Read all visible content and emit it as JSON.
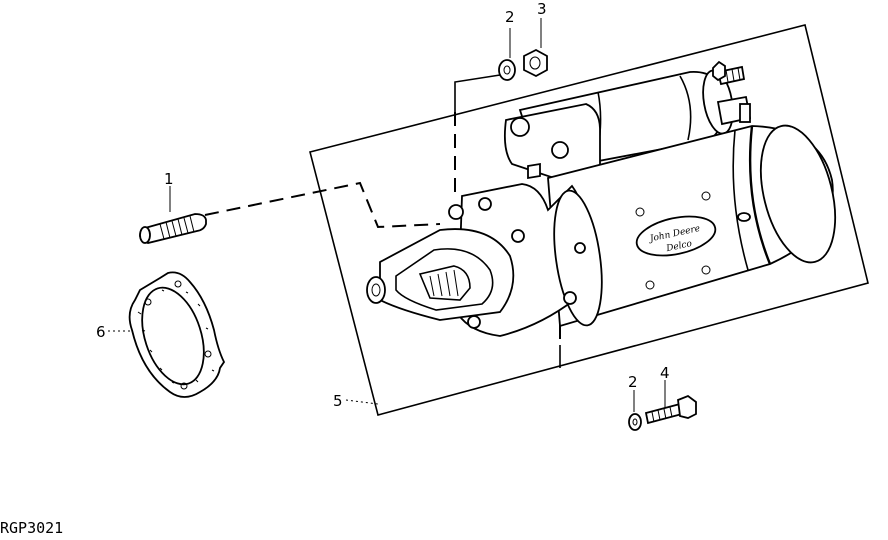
{
  "callouts": [
    {
      "id": "1",
      "text": "1"
    },
    {
      "id": "2a",
      "text": "2"
    },
    {
      "id": "3",
      "text": "3"
    },
    {
      "id": "2b",
      "text": "2"
    },
    {
      "id": "4",
      "text": "4"
    },
    {
      "id": "5",
      "text": "5"
    },
    {
      "id": "6",
      "text": "6"
    }
  ],
  "nameplate": {
    "line1": "John Deere",
    "line2": "Delco"
  },
  "figure_code": "RGP3021",
  "parts": [
    "stud",
    "lock-washer",
    "nut",
    "cap-screw",
    "starter-motor",
    "gasket"
  ]
}
